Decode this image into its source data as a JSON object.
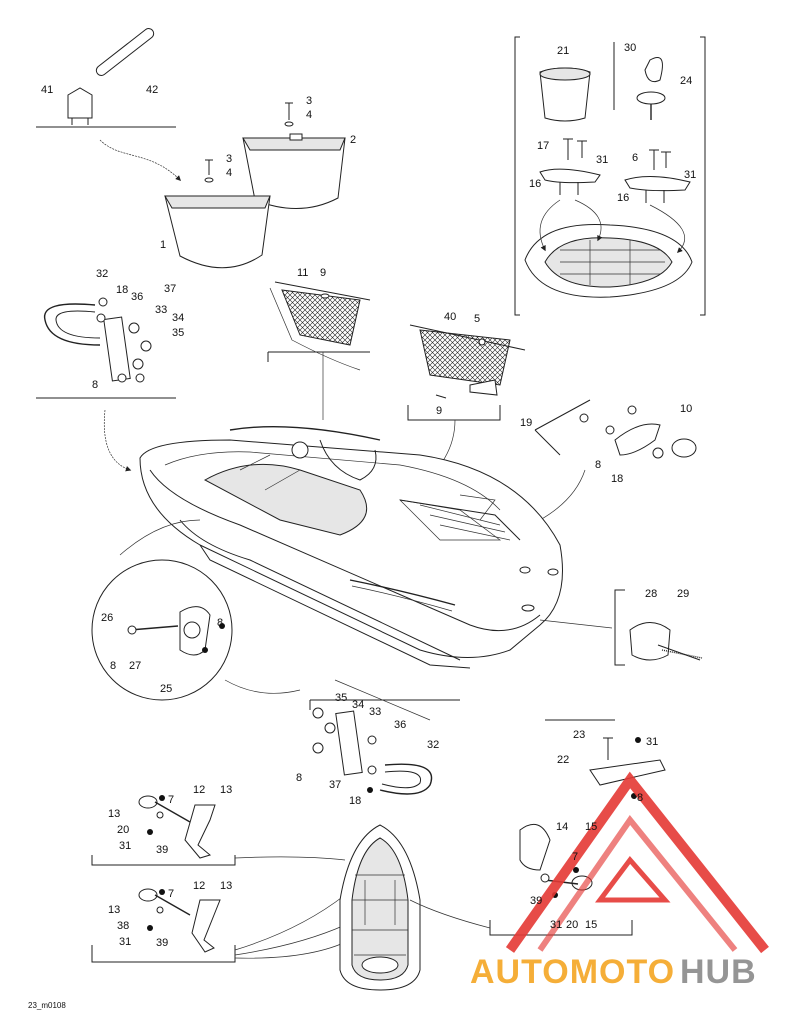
{
  "figure_code": "23_m0108",
  "watermark": {
    "brand_left": "AUTOMOTO",
    "brand_right": "HUB",
    "color_red": "#e53935",
    "color_orange": "#f5a623",
    "color_gray": "#8a8a8a"
  },
  "callouts": {
    "c41": "41",
    "c42": "42",
    "c3a": "3",
    "c4a": "4",
    "c2": "2",
    "c3b": "3",
    "c4b": "4",
    "c1": "1",
    "c21": "21",
    "c30": "30",
    "c24": "24",
    "c17": "17",
    "c31a": "31",
    "c6": "6",
    "c31b": "31",
    "c16a": "16",
    "c16b": "16",
    "c32a": "32",
    "c18a": "18",
    "c36a": "36",
    "c37a": "37",
    "c33a": "33",
    "c34a": "34",
    "c35a": "35",
    "c8a": "8",
    "c11": "11",
    "c9a": "9",
    "c40": "40",
    "c5": "5",
    "c9b": "9",
    "c19": "19",
    "c10": "10",
    "c8b": "8",
    "c18b": "18",
    "c26": "26",
    "c8c": "8",
    "c8d": "8",
    "c27": "27",
    "c25": "25",
    "c28": "28",
    "c29": "29",
    "c35b": "35",
    "c34b": "34",
    "c33b": "33",
    "c36b": "36",
    "c32b": "32",
    "c8e": "8",
    "c37b": "37",
    "c18c": "18",
    "c23": "23",
    "c31c": "31",
    "c22": "22",
    "c8f": "8",
    "c12a": "12",
    "c13a": "13",
    "c13b": "13",
    "c7a": "7",
    "c20a": "20",
    "c31d": "31",
    "c39a": "39",
    "c12b": "12",
    "c13c": "13",
    "c13d": "13",
    "c7b": "7",
    "c38": "38",
    "c31e": "31",
    "c39b": "39",
    "c14": "14",
    "c15a": "15",
    "c7c": "7",
    "c39c": "39",
    "c31f": "31",
    "c20b": "20",
    "c15b": "15"
  }
}
